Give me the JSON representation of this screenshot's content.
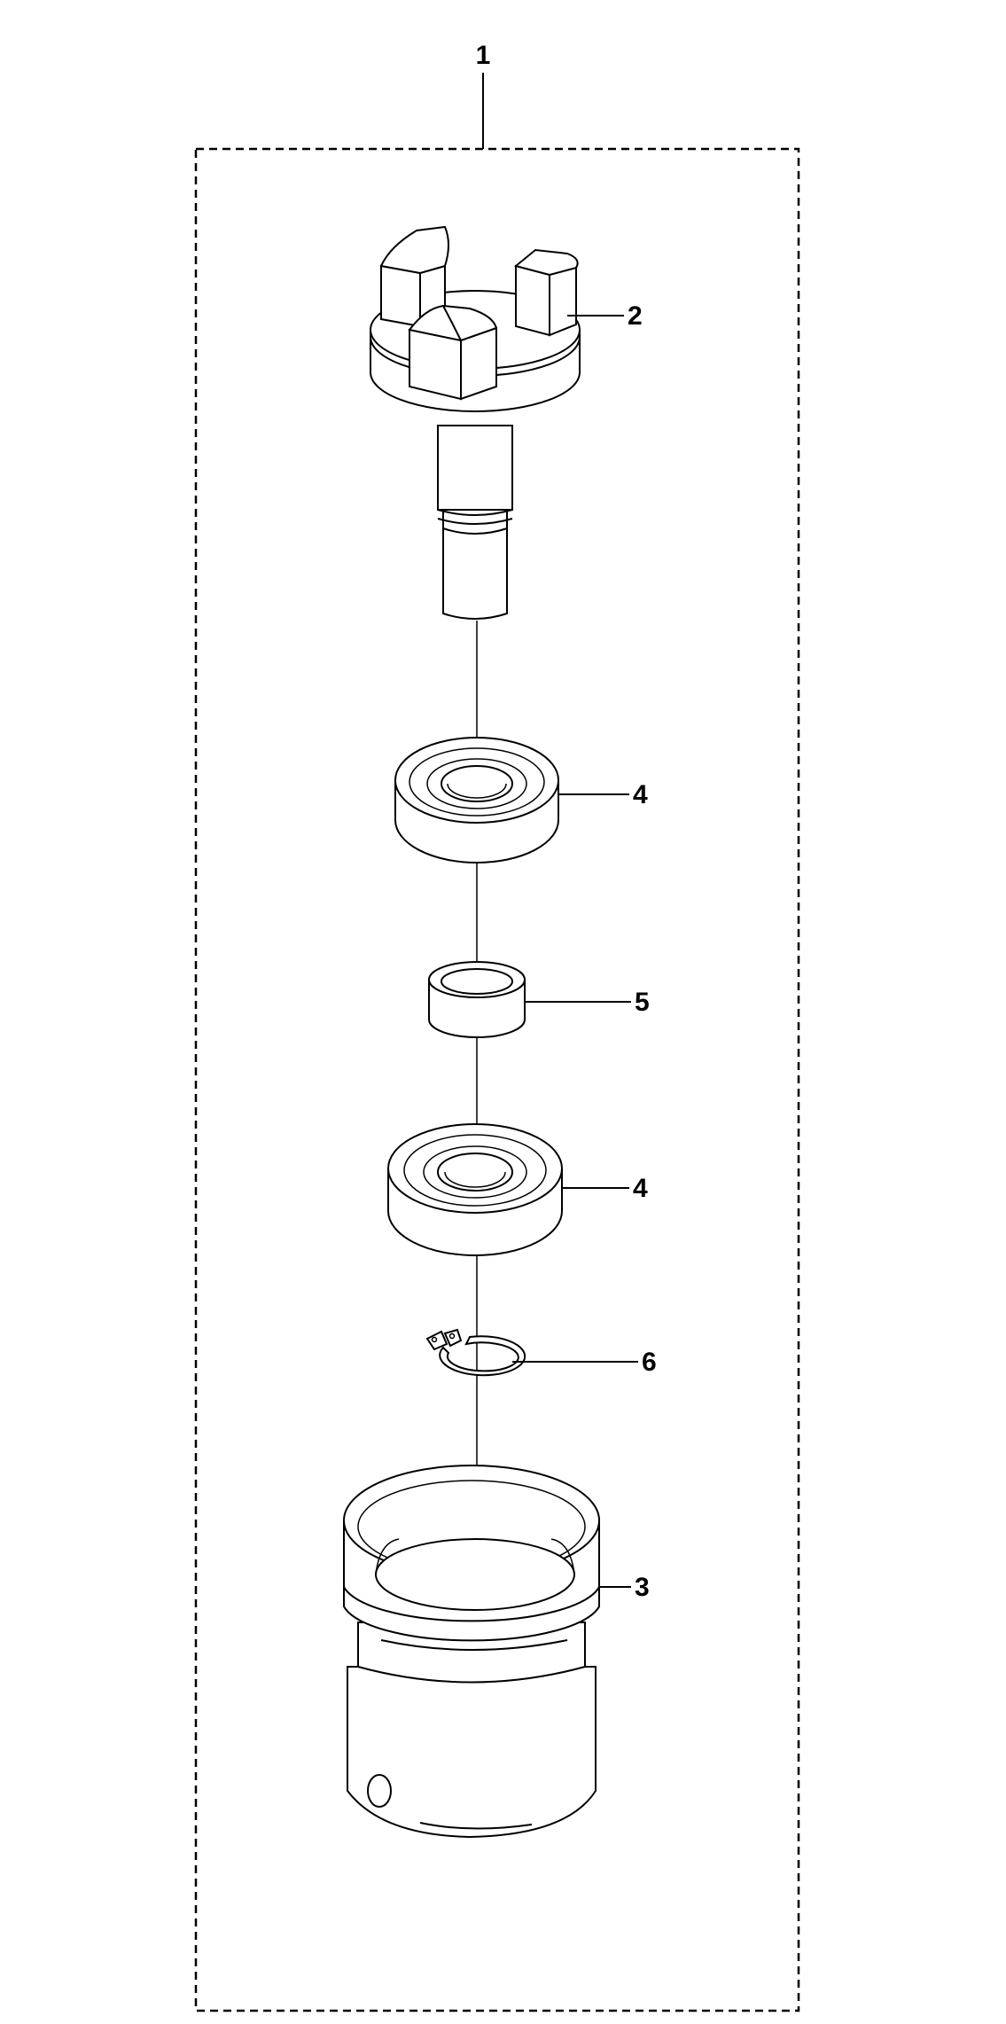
{
  "callouts": {
    "assembly": "1",
    "rotor": "2",
    "housing": "3",
    "bearing_upper": "4",
    "spacer": "5",
    "bearing_lower": "4",
    "circlip": "6"
  }
}
